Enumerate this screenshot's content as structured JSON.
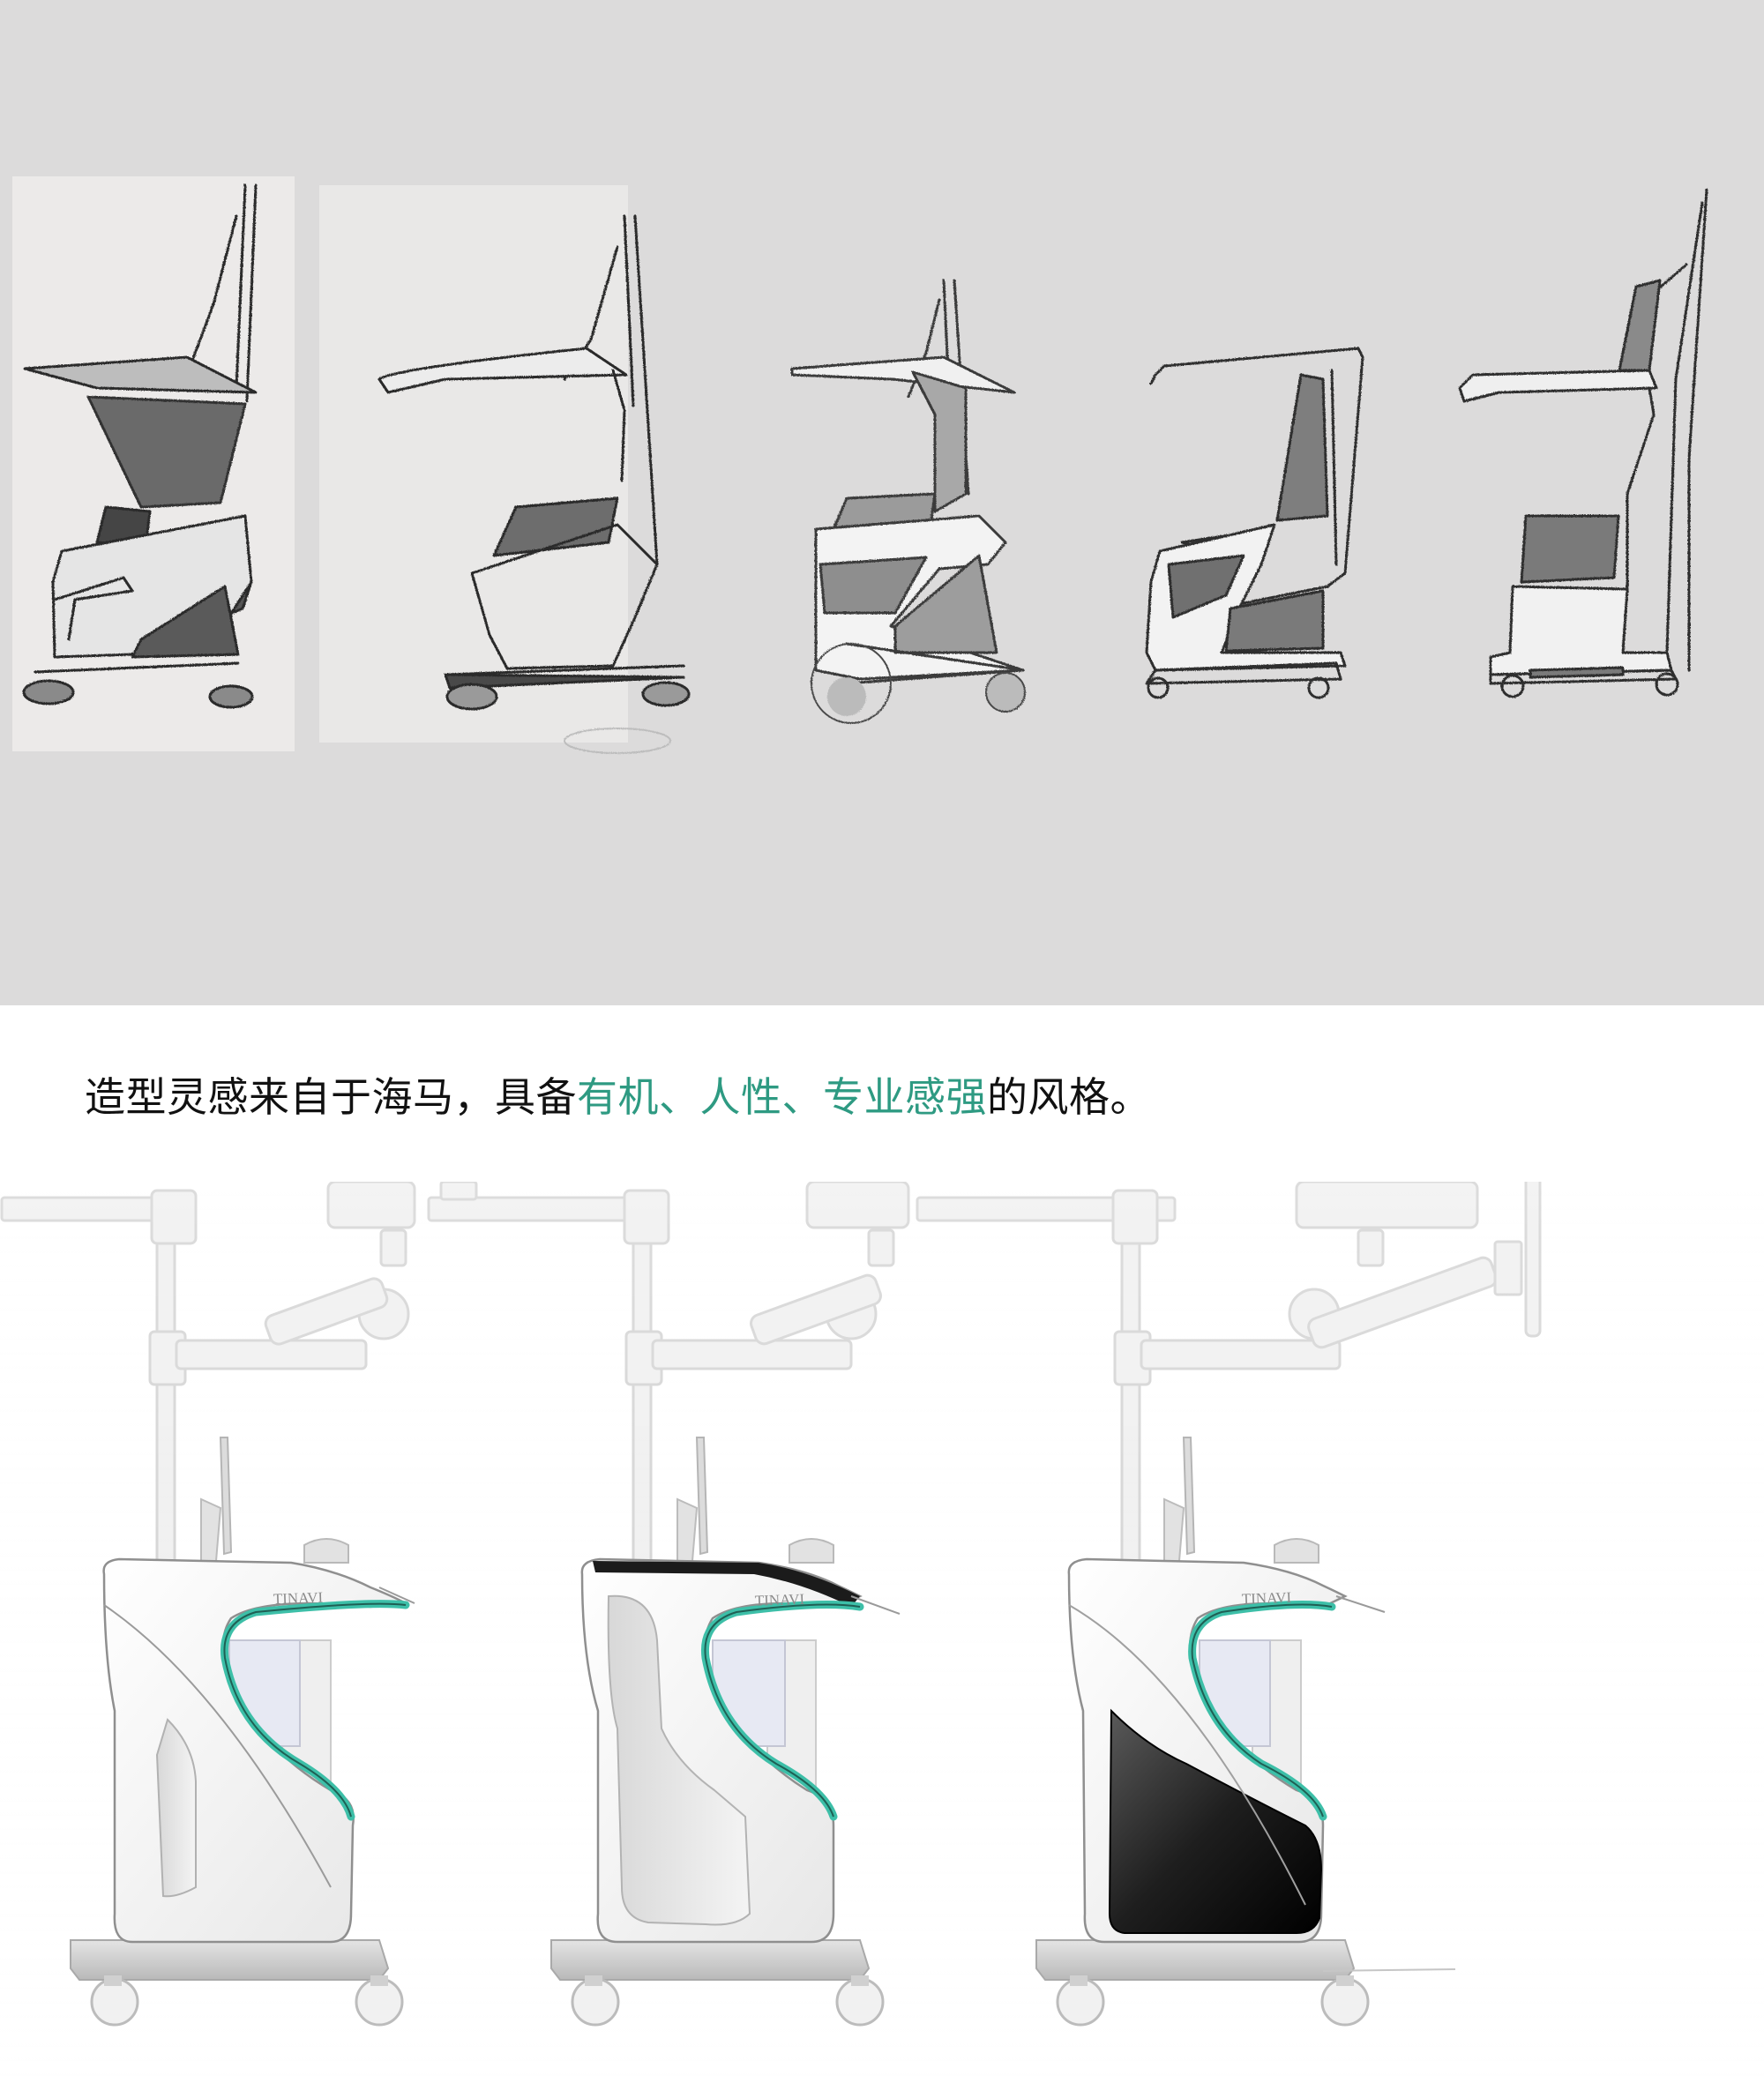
{
  "caption": {
    "part1": "造型灵感来自于海马，具备",
    "highlight": "有机、人性、专业感强",
    "part2": "的风格。",
    "accent_color": "#2e9a82"
  },
  "renders": {
    "brand_label": "TINAVI",
    "trim_color": "#3dbfa8"
  },
  "colors": {
    "sketch_background": "#dcdbdb",
    "page_background": "#ffffff"
  }
}
